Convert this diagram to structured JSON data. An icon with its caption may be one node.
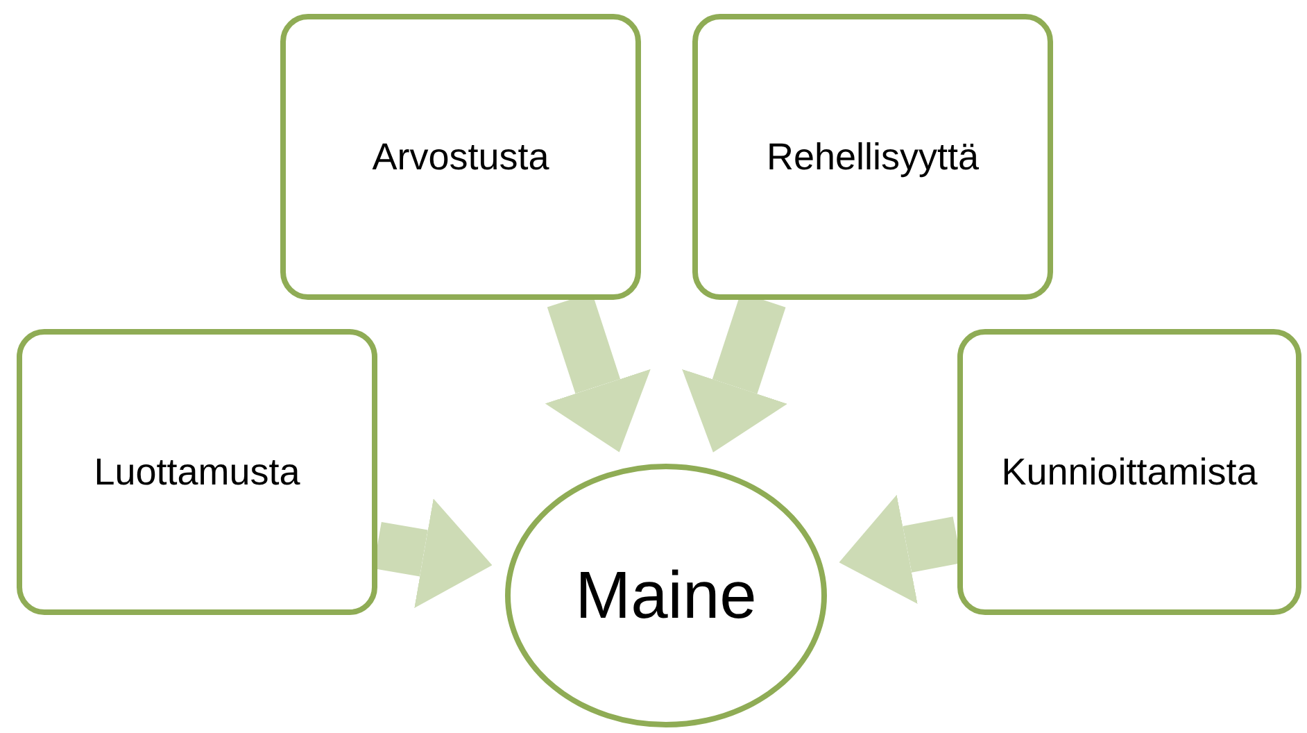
{
  "diagram": {
    "nodes": [
      {
        "text": [
          "Arvostusta"
        ]
      },
      {
        "text": [
          "Rehellisyyttä"
        ]
      },
      {
        "text": [
          "Luottamusta"
        ]
      },
      {
        "text": [
          "Kunnioittamista"
        ]
      },
      {
        "text": [
          "Maine"
        ]
      }
    ],
    "edges": [
      {
        "from": 0,
        "to": 4,
        "arrow": "to"
      },
      {
        "from": 1,
        "to": 4,
        "arrow": "to"
      },
      {
        "from": 2,
        "to": 4,
        "arrow": "to"
      },
      {
        "from": 3,
        "to": 4,
        "arrow": "to"
      }
    ]
  }
}
